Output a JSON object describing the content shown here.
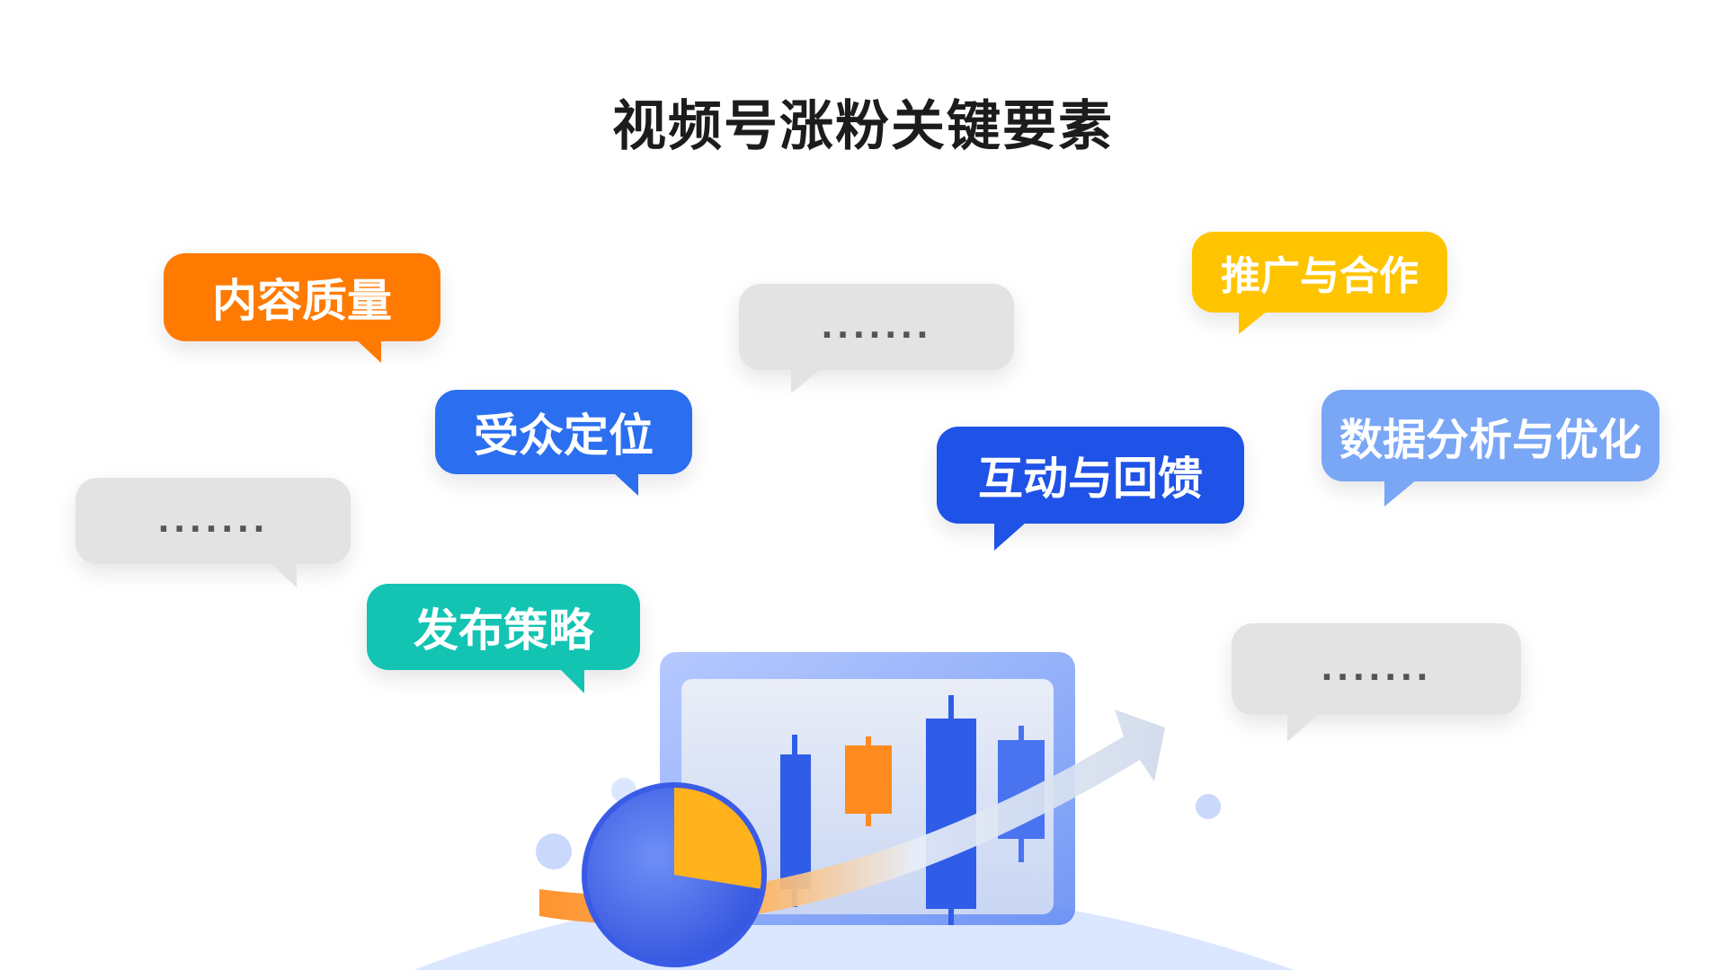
{
  "title": "视频号涨粉关键要素",
  "bubbles": [
    {
      "label": "内容质量",
      "color": "#ff7a00"
    },
    {
      "label": "受众定位",
      "color": "#2b6ff0"
    },
    {
      "label": "发布策略",
      "color": "#13c4b3"
    },
    {
      "label": "互动与回馈",
      "color": "#1f52e6"
    },
    {
      "label": "推广与合作",
      "color": "#ffc400"
    },
    {
      "label": "数据分析与优化",
      "color": "#7aa6f6"
    },
    {
      "label": "......."
    },
    {
      "label": "......."
    },
    {
      "label": "......."
    }
  ],
  "colors": {
    "gray_bubble": "#e3e3e3",
    "chart_blue": "#2f5de8",
    "chart_orange": "#ff8a1e",
    "arc": "#dbe6ff"
  }
}
